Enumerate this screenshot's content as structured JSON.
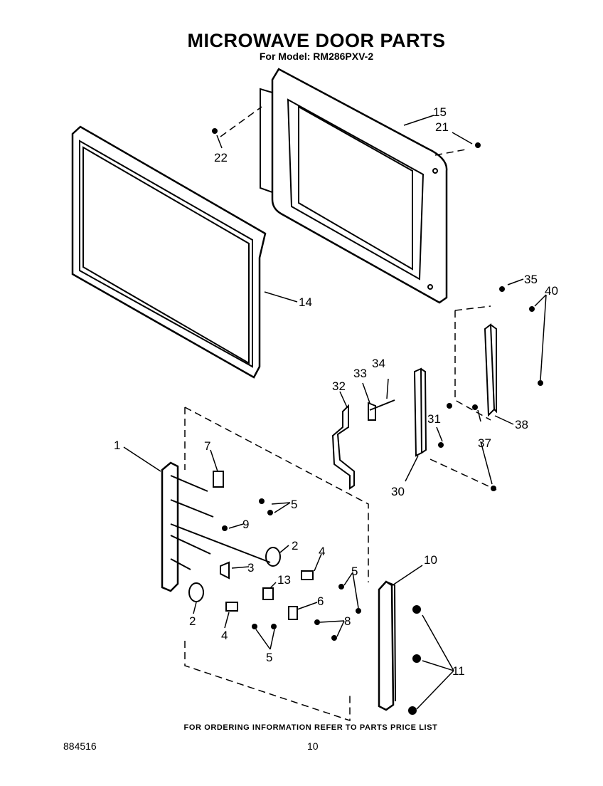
{
  "title": "MICROWAVE DOOR PARTS",
  "subtitle": "For Model: RM286PXV-2",
  "footer_note": "FOR ORDERING INFORMATION REFER TO PARTS PRICE LIST",
  "doc_number": "884516",
  "page_number": "10",
  "callouts": {
    "c15": "15",
    "c21": "21",
    "c22": "22",
    "c14": "14",
    "c35": "35",
    "c40": "40",
    "c38": "38",
    "c34": "34",
    "c33": "33",
    "c32": "32",
    "c31": "31",
    "c37": "37",
    "c30": "30",
    "c1": "1",
    "c7": "7",
    "c5a": "5",
    "c9": "9",
    "c2a": "2",
    "c4a": "4",
    "c3": "3",
    "c5b": "5",
    "c13": "13",
    "c6": "6",
    "c8": "8",
    "c2b": "2",
    "c4b": "4",
    "c5c": "5",
    "c10": "10",
    "c11": "11"
  }
}
